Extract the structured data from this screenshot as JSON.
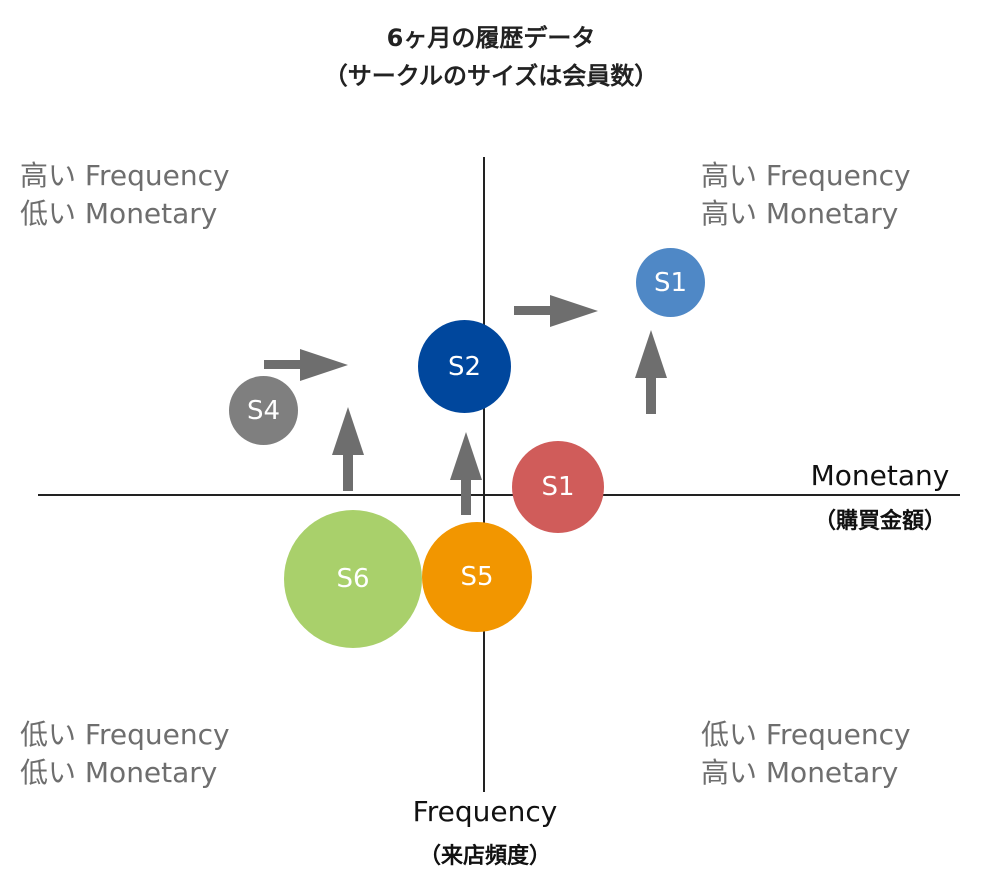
{
  "title": {
    "line1": "6ヶ月の履歴データ",
    "line2": "（サークルのサイズは会員数）"
  },
  "quadrants": {
    "top_left": [
      "高い Frequency",
      "低い Monetary"
    ],
    "top_right": [
      "高い Frequency",
      "高い Monetary"
    ],
    "bottom_left": [
      "低い Frequency",
      "低い Monetary"
    ],
    "bottom_right": [
      "低い Frequency",
      "高い Monetary"
    ]
  },
  "x_axis": {
    "label": "Monetany",
    "sublabel": "（購買金額）"
  },
  "y_axis": {
    "label": "Frequency",
    "sublabel": "（来店頻度）"
  },
  "segments": [
    {
      "label": "S1",
      "color": "#4f88c6"
    },
    {
      "label": "S2",
      "color": "#00479d"
    },
    {
      "label": "S4",
      "color": "#7f7f7f"
    },
    {
      "label": "S1",
      "color": "#d05c5a"
    },
    {
      "label": "S6",
      "color": "#a9d06b"
    },
    {
      "label": "S5",
      "color": "#f29600"
    }
  ],
  "arrow_color": "#6e6e6e",
  "axis_color": "#222222"
}
